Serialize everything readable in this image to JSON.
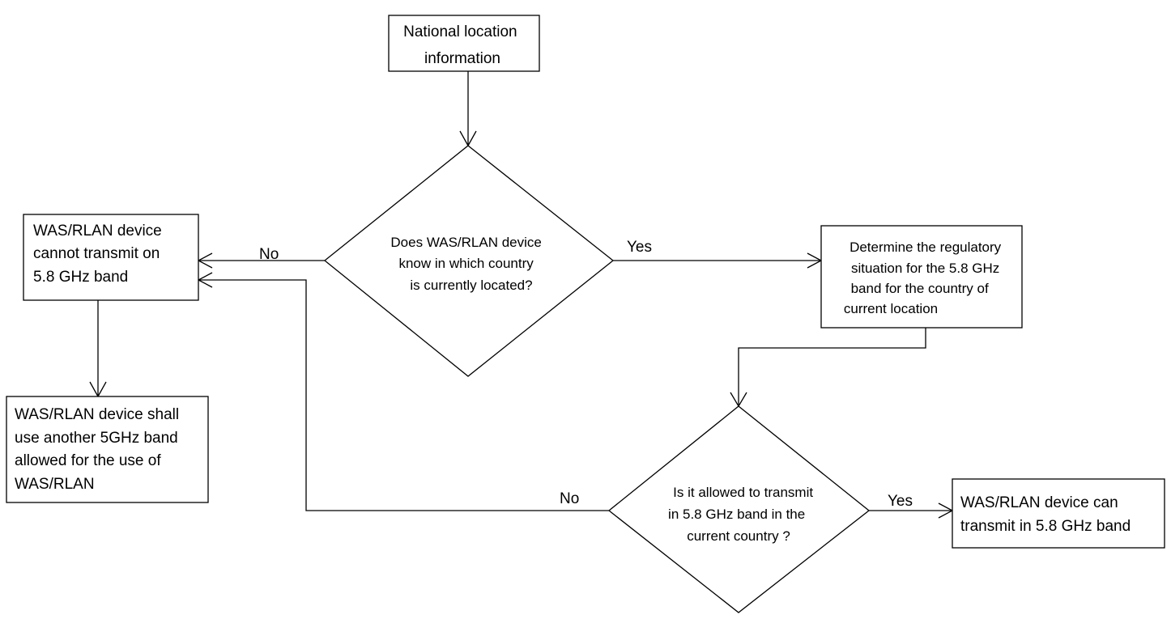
{
  "nodes": {
    "start": {
      "lines": [
        "National location",
        "information"
      ]
    },
    "decision_country": {
      "lines": [
        "Does WAS/RLAN device",
        "know in which country",
        "is currently located?"
      ]
    },
    "cannot_transmit": {
      "lines": [
        "WAS/RLAN device",
        "cannot transmit on",
        "5.8 GHz band"
      ]
    },
    "another_band": {
      "lines": [
        "WAS/RLAN device shall",
        "use another 5GHz band",
        "allowed for the use of",
        "WAS/RLAN"
      ]
    },
    "determine_regulatory": {
      "lines": [
        "Determine the regulatory",
        "situation for the 5.8 GHz",
        "band for the country of",
        "current location"
      ]
    },
    "decision_allowed": {
      "lines": [
        "Is it allowed to transmit",
        "in 5.8 GHz band in the",
        "current  country ?"
      ]
    },
    "can_transmit": {
      "lines": [
        "WAS/RLAN device can",
        "transmit in 5.8 GHz band"
      ]
    }
  },
  "edges": {
    "country_no": "No",
    "country_yes": "Yes",
    "allowed_no": "No",
    "allowed_yes": "Yes"
  }
}
